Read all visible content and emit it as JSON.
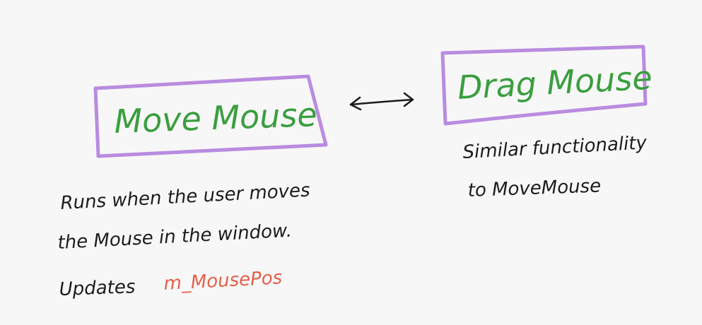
{
  "nodes": {
    "move_mouse": {
      "label": "Move Mouse"
    },
    "drag_mouse": {
      "label": "Drag Mouse"
    }
  },
  "notes": {
    "move_mouse_line1": "Runs when the user moves",
    "move_mouse_line2": "the Mouse in the window.",
    "move_mouse_updates_prefix": "Updates",
    "move_mouse_updates_var": "m_MousePos",
    "drag_mouse_line1": "Similar functionality",
    "drag_mouse_line2": "to MoveMouse"
  },
  "colors": {
    "box_border": "#b98ce0",
    "box_label": "#3a9e3e",
    "note_text": "#1c1c1c",
    "variable": "#e4604a",
    "background": "#f7f7f7"
  }
}
